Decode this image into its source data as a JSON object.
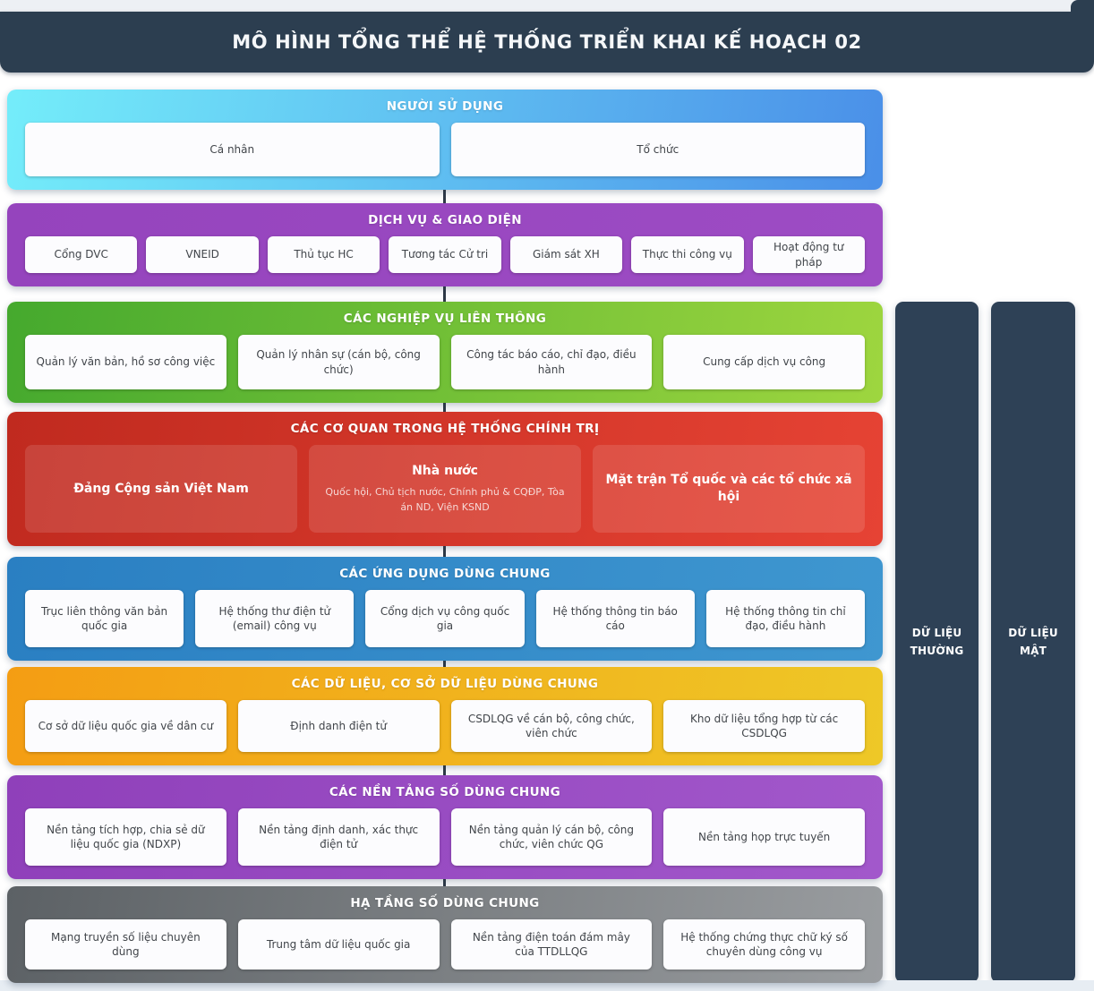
{
  "header": {
    "title": "MÔ HÌNH TỔNG THỂ HỆ THỐNG TRIỂN KHAI KẾ HOẠCH 02",
    "bg_color": "#2c3e50"
  },
  "layers": [
    {
      "key": "users",
      "title": "NGƯỜI SỬ DỤNG",
      "colors": [
        "#74edfa",
        "#4a8fe8"
      ],
      "items": [
        "Cá nhân",
        "Tổ chức"
      ]
    },
    {
      "key": "services",
      "title": "DỊCH VỤ & GIAO DIỆN",
      "colors": [
        "#9544bd",
        "#9d4cc4"
      ],
      "items": [
        "Cổng DVC",
        "VNEID",
        "Thủ tục HC",
        "Tương tác Cử tri",
        "Giám sát XH",
        "Thực thi công vụ",
        "Hoạt động tư pháp"
      ]
    },
    {
      "key": "business",
      "title": "CÁC NGHIỆP VỤ LIÊN THÔNG",
      "colors": [
        "#45a92e",
        "#9ed63f"
      ],
      "items": [
        "Quản lý văn bản, hồ sơ công việc",
        "Quản lý nhân sự (cán bộ, công chức)",
        "Công tác báo cáo, chỉ đạo, điều hành",
        "Cung cấp dịch vụ công"
      ]
    },
    {
      "key": "agencies",
      "title": "CÁC CƠ QUAN TRONG HỆ THỐNG CHÍNH TRỊ",
      "colors": [
        "#c02a1f",
        "#e64334"
      ],
      "tinted": true,
      "items": [
        {
          "title": "Đảng Cộng sản Việt Nam"
        },
        {
          "title": "Nhà nước",
          "subtitle": "Quốc hội, Chủ tịch nước, Chính phủ & CQĐP, Tòa án ND, Viện KSND"
        },
        {
          "title": "Mặt trận Tổ quốc và các tổ chức xã hội"
        }
      ]
    },
    {
      "key": "apps",
      "title": "CÁC ỨNG DỤNG DÙNG CHUNG",
      "colors": [
        "#2a7fc2",
        "#3f97d0"
      ],
      "items": [
        "Trục liên thông văn bản quốc gia",
        "Hệ thống thư điện tử (email) công vụ",
        "Cổng dịch vụ công quốc gia",
        "Hệ thống thông tin báo cáo",
        "Hệ thống thông tin chỉ đạo, điều hành"
      ]
    },
    {
      "key": "data",
      "title": "CÁC DỮ LIỆU, CƠ SỞ DỮ LIỆU DÙNG CHUNG",
      "colors": [
        "#f49d13",
        "#eec827"
      ],
      "items": [
        "Cơ sở dữ liệu quốc gia về dân cư",
        "Định danh điện tử",
        "CSDLQG về cán bộ, công chức, viên chức",
        "Kho dữ liệu tổng hợp từ các CSDLQG"
      ]
    },
    {
      "key": "platforms",
      "title": "CÁC NỀN TẢNG SỐ DÙNG CHUNG",
      "colors": [
        "#8f40ba",
        "#a258cb"
      ],
      "items": [
        "Nền tảng tích hợp, chia sẻ dữ liệu quốc gia (NDXP)",
        "Nền tảng định danh, xác thực điện tử",
        "Nền tảng quản lý cán bộ, công chức, viên chức QG",
        "Nền tảng họp trực tuyến"
      ]
    },
    {
      "key": "infrastructure",
      "title": "HẠ TẦNG SỐ DÙNG CHUNG",
      "colors": [
        "#5c6165",
        "#9a9da0"
      ],
      "items": [
        "Mạng truyền số liệu chuyên dùng",
        "Trung tâm dữ liệu quốc gia",
        "Nền tảng điện toán đám mây của TTDLLQG",
        "Hệ thống chứng thực chữ ký số chuyên dùng công vụ"
      ]
    }
  ],
  "side_columns": [
    {
      "label": "DỮ LIỆU THƯỜNG",
      "bg_color": "#2e4156"
    },
    {
      "label": "DỮ LIỆU MẬT",
      "bg_color": "#2e4156"
    }
  ]
}
